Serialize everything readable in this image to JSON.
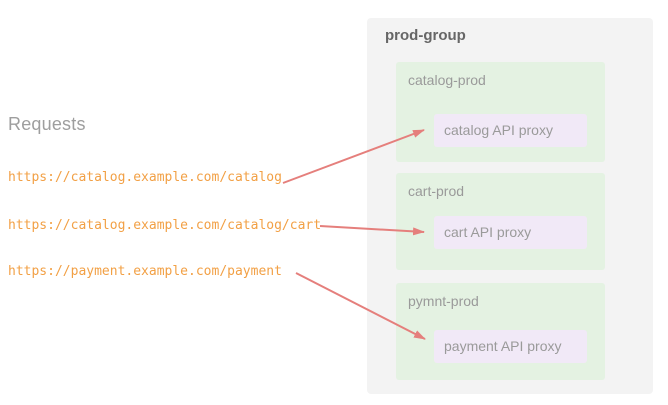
{
  "diagram": {
    "requests": {
      "title": "Requests",
      "urls": [
        "https://catalog.example.com/catalog",
        "https://catalog.example.com/catalog/cart",
        "https://payment.example.com/payment"
      ]
    },
    "prod_group": {
      "title": "prod-group",
      "environments": [
        {
          "name": "catalog-prod",
          "proxy": "catalog API proxy"
        },
        {
          "name": "cart-prod",
          "proxy": "cart API proxy"
        },
        {
          "name": "pymnt-prod",
          "proxy": "payment API proxy"
        }
      ]
    },
    "colors": {
      "url_text": "#f2a045",
      "arrow": "#e57f7c",
      "group_bg": "#f3f3f3",
      "environment_bg": "#e4f2e2",
      "proxy_bg": "#f1e9f7",
      "heading_text": "#9e9e9e",
      "group_title_text": "#666666",
      "label_text": "#9a9a9a"
    }
  }
}
